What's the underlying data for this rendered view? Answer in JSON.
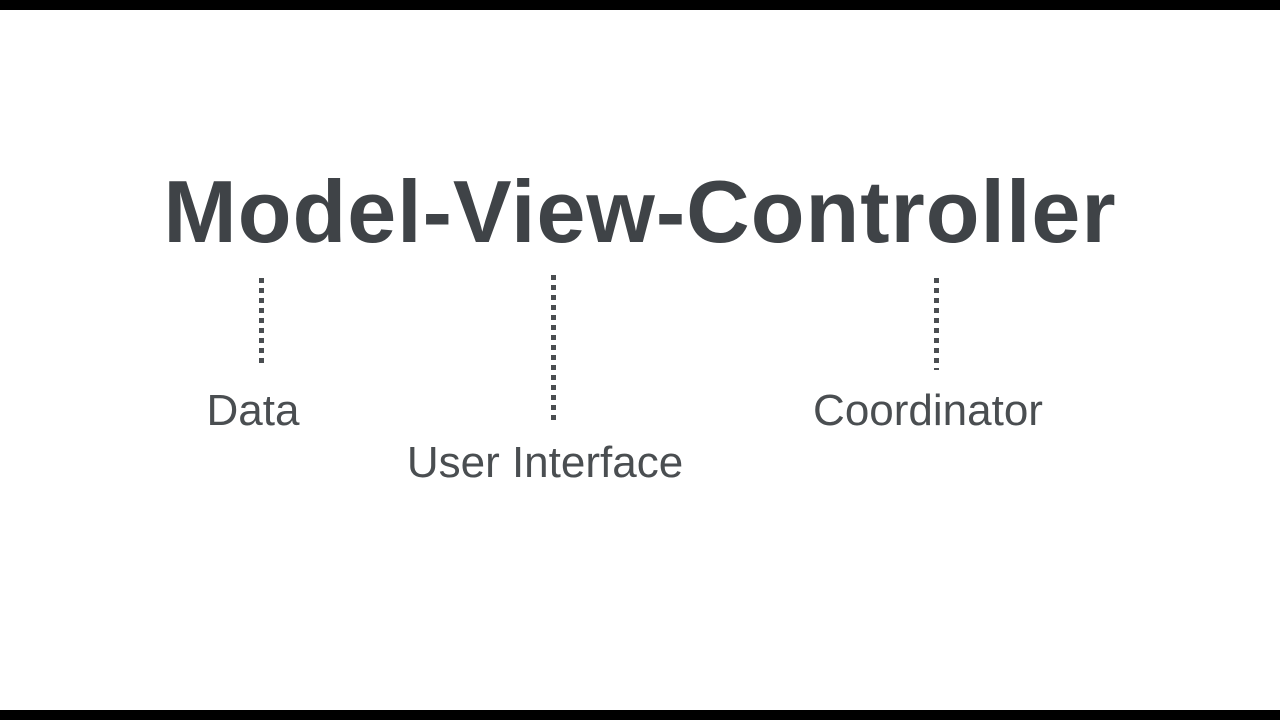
{
  "page": {
    "background_color": "#ffffff",
    "letterbox_color": "#000000"
  },
  "title": {
    "text": "Model-View-Controller",
    "color": "#3f4347"
  },
  "annotations": [
    {
      "target": "Model",
      "label": "Data"
    },
    {
      "target": "View",
      "label": "User Interface"
    },
    {
      "target": "Controller",
      "label": "Coordinator"
    }
  ],
  "connector_style": {
    "type": "dotted-vertical-line",
    "color": "#4a4e51"
  }
}
